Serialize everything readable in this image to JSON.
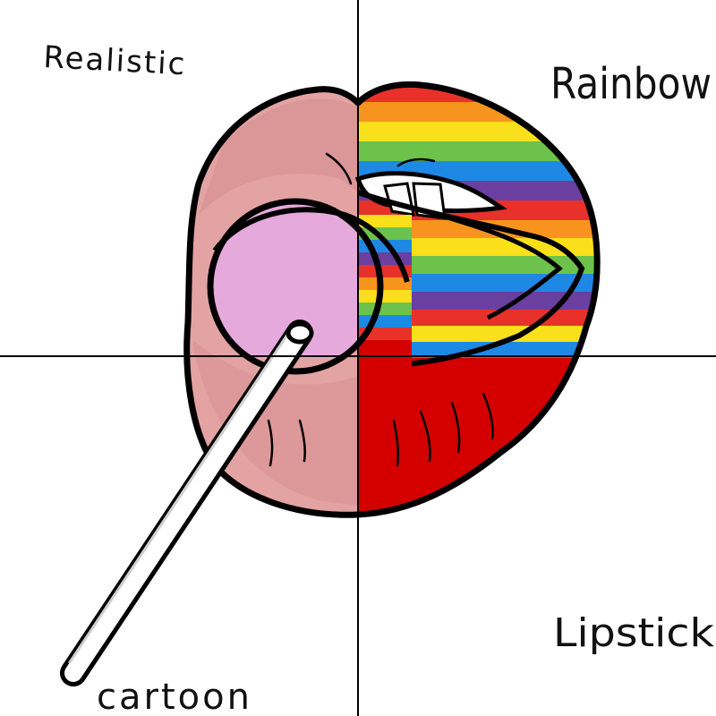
{
  "labels": {
    "top_left": "Realistic",
    "top_right": "Rainbow",
    "bottom_right": "Lipstick",
    "bottom_left": "cartoon"
  },
  "colors": {
    "background": "#ffffff",
    "outline": "#000000",
    "realistic_lip": "#e3a3a3",
    "realistic_lip_shadow": "#cf7f82",
    "cartoon_lollipop": "#e6a9dc",
    "lipstick_red": "#d40000",
    "stick": "#ffffff",
    "rainbow": [
      "#e8312a",
      "#f7941d",
      "#f9e01b",
      "#6cc24a",
      "#1e88e5",
      "#6a3fa0"
    ]
  },
  "icons": {
    "main_art": "lollipop-lips-icon"
  }
}
